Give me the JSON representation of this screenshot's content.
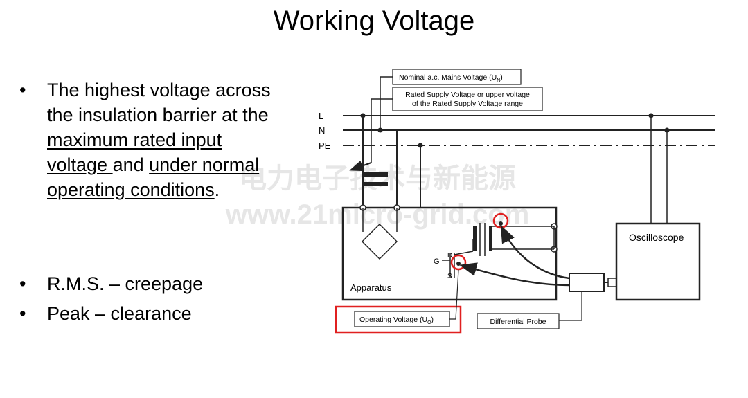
{
  "slide": {
    "title": "Working Voltage",
    "bullet_char": "•",
    "bullet1": {
      "line1": "The highest voltage across",
      "line2": "the insulation barrier at the",
      "line3": "maximum rated input",
      "line4a": "voltage ",
      "line4b": "and ",
      "line4c": "under normal",
      "line5a": "operating conditions",
      "line5b": "."
    },
    "bullet2": "R.M.S. – creepage",
    "bullet3": "Peak – clearance"
  },
  "diagram": {
    "nominal_label": "Nominal a.c. Mains Voltage (U",
    "nominal_sub": "N",
    "nominal_close": ")",
    "rated_line1": "Rated Supply Voltage or upper voltage",
    "rated_line2": "of the Rated Supply Voltage range",
    "line_L": "L",
    "line_N": "N",
    "line_PE": "PE",
    "apparatus": "Apparatus",
    "oscilloscope": "Oscilloscope",
    "gate": "G",
    "drain": "D",
    "source": "S",
    "operating_label": "Operating Voltage (U",
    "operating_sub": "O",
    "operating_close": ")",
    "probe_label": "Differential Probe",
    "highlight_color": "#e02020"
  },
  "watermark": {
    "line1": "电力电子技术与新能源",
    "line2": "www.21micro-grid.com"
  }
}
